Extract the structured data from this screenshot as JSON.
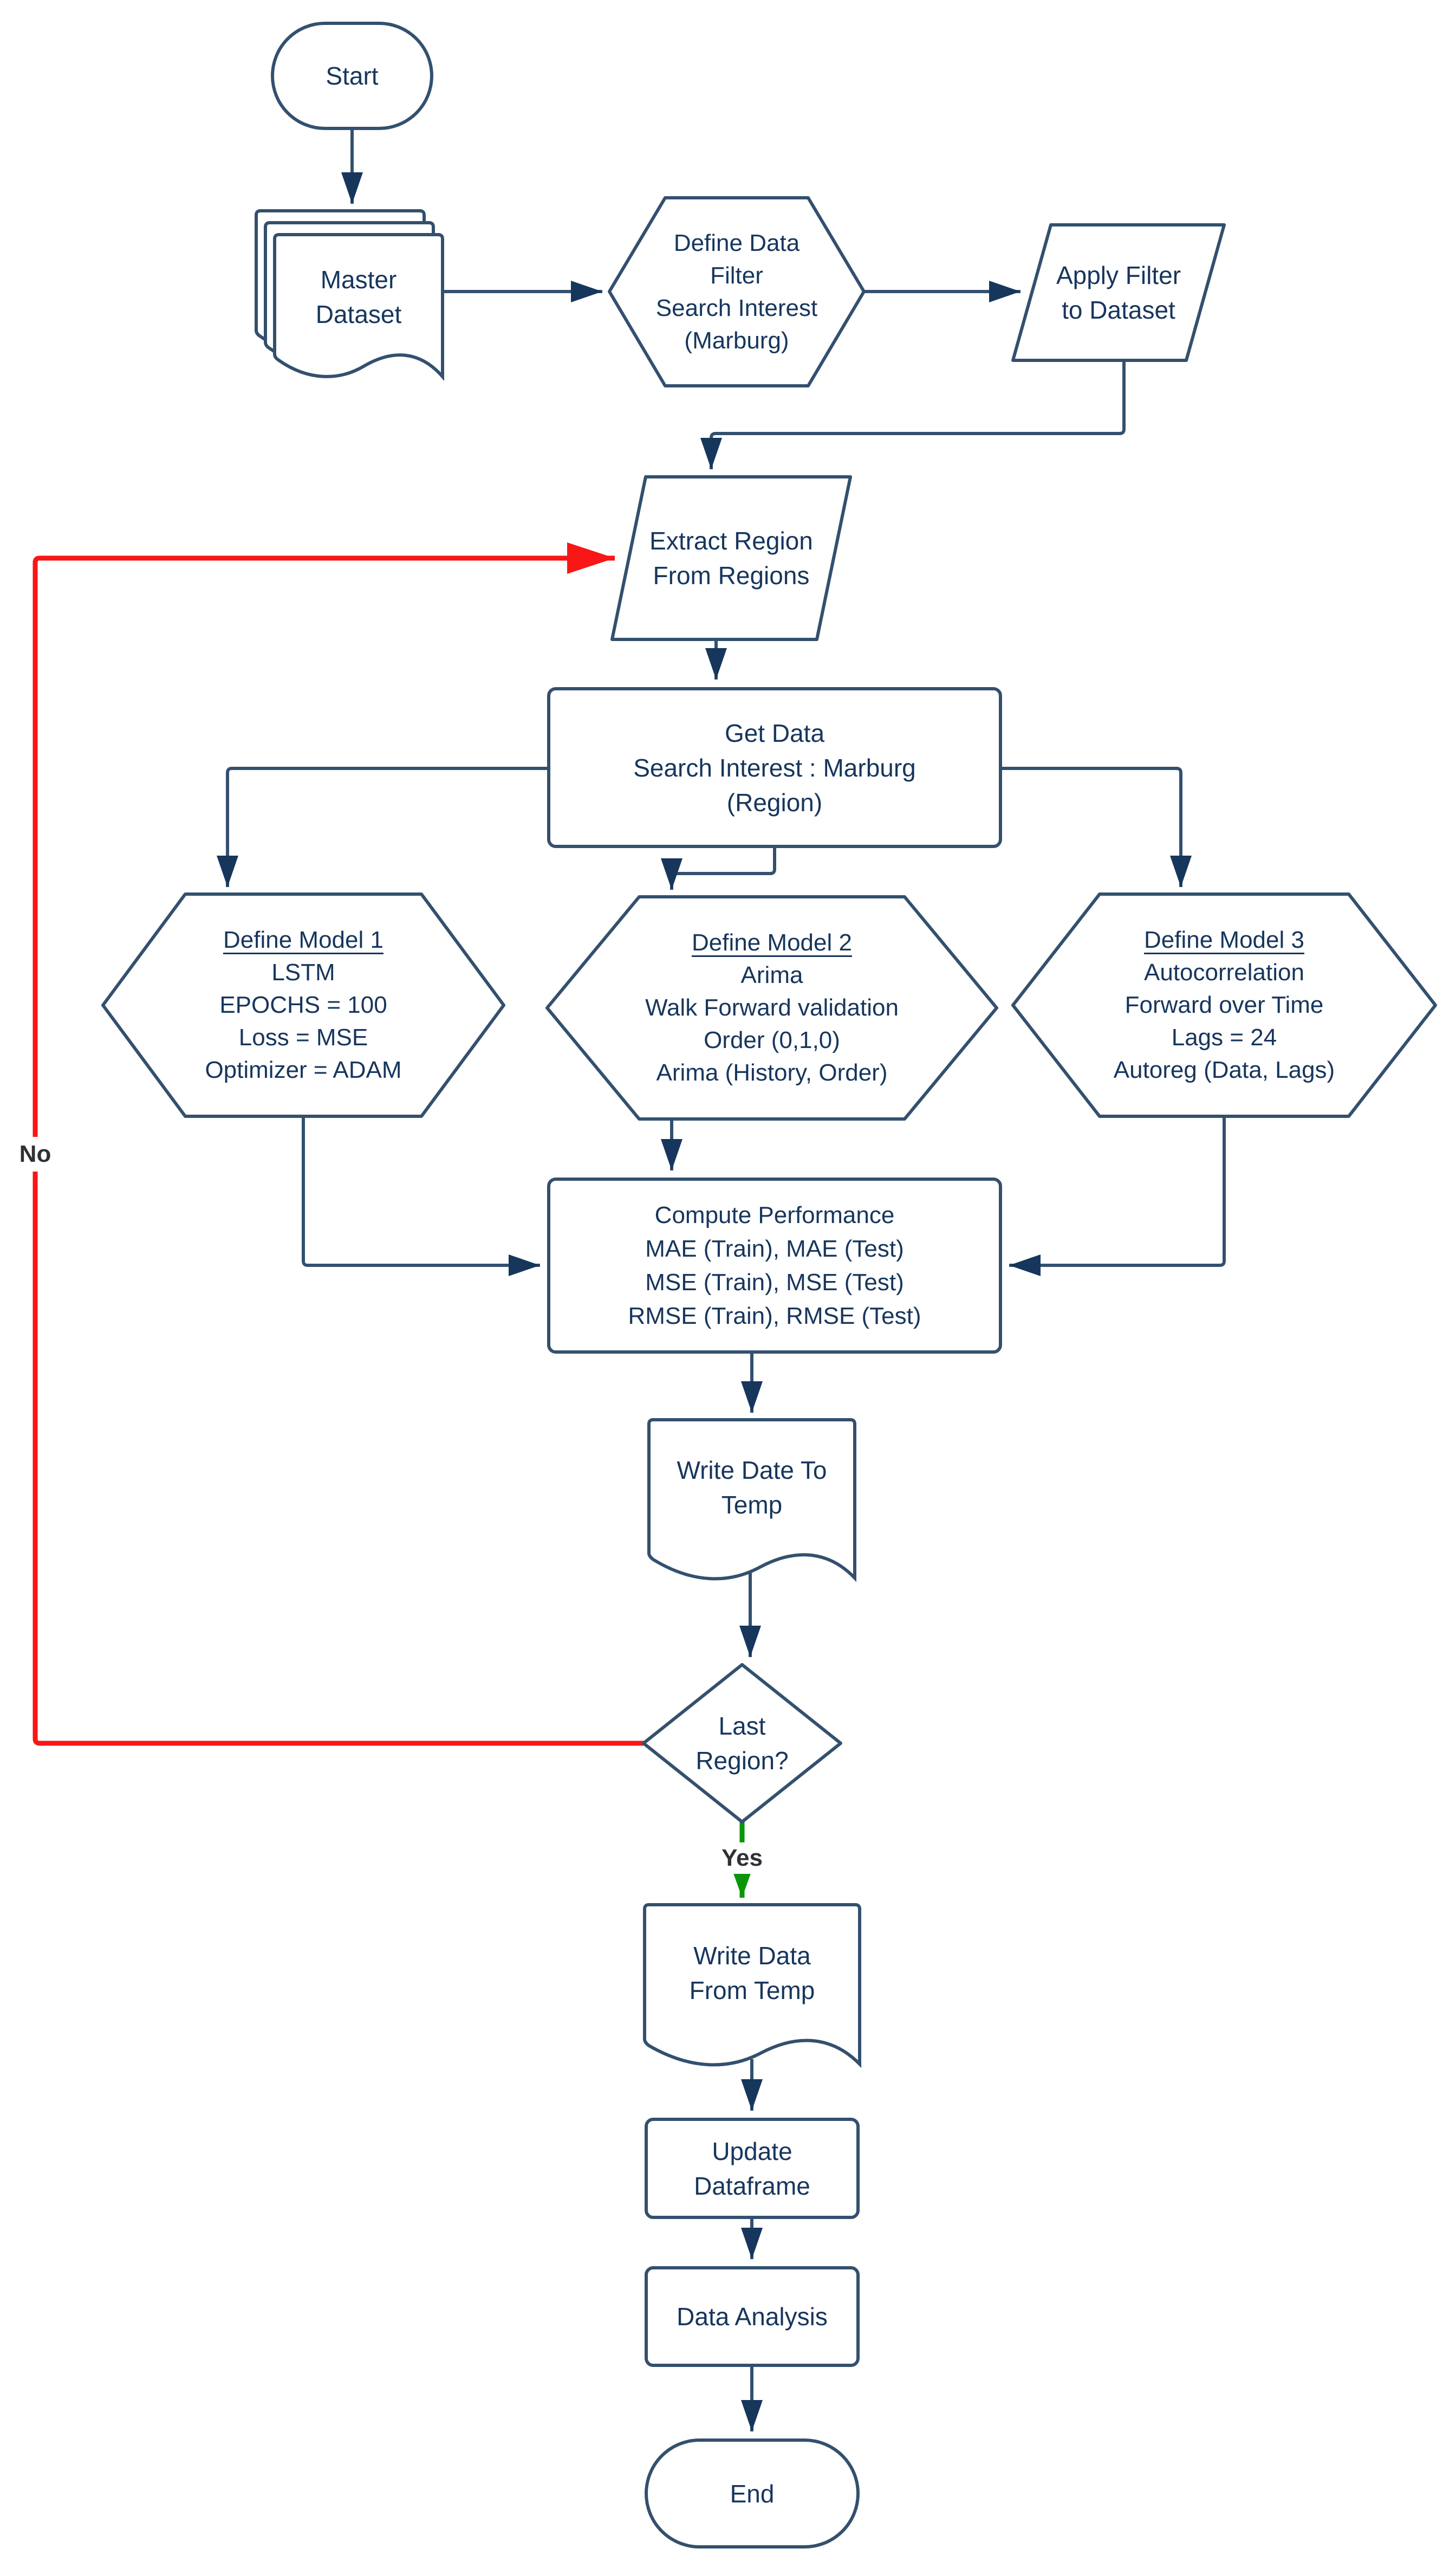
{
  "diagram": {
    "nodes": {
      "start": {
        "label": "Start"
      },
      "master": {
        "label": "Master\nDataset"
      },
      "define_filter": {
        "label": "Define Data\nFilter\nSearch Interest\n(Marburg)"
      },
      "apply_filter": {
        "label": "Apply Filter\nto Dataset"
      },
      "extract_region": {
        "label": "Extract Region\nFrom Regions"
      },
      "get_data": {
        "label": "Get Data\nSearch Interest : Marburg\n(Region)"
      },
      "model1": {
        "title": "Define Model 1",
        "body": "LSTM\nEPOCHS = 100\nLoss = MSE\nOptimizer = ADAM"
      },
      "model2": {
        "title": "Define Model 2",
        "body": "Arima\nWalk Forward validation\nOrder (0,1,0)\nArima (History, Order)"
      },
      "model3": {
        "title": "Define Model 3",
        "body": "Autocorrelation\nForward over Time\nLags = 24\nAutoreg (Data, Lags)"
      },
      "compute": {
        "label": "Compute Performance\nMAE (Train), MAE (Test)\nMSE (Train), MSE (Test)\nRMSE (Train), RMSE (Test)"
      },
      "write_temp": {
        "label": "Write Date To\nTemp"
      },
      "last_region": {
        "label": "Last\nRegion?"
      },
      "write_from_temp": {
        "label": "Write Data\nFrom Temp"
      },
      "update_df": {
        "label": "Update\nDataframe"
      },
      "data_analysis": {
        "label": "Data Analysis"
      },
      "end": {
        "label": "End"
      }
    },
    "edges": {
      "no_label": "No",
      "yes_label": "Yes"
    },
    "colors": {
      "shape_stroke": "#33506e",
      "text": "#17365d",
      "arrow": "#16365c",
      "no_branch": "#f81616",
      "yes_branch": "#0a950a",
      "edge_label_text": "#2e3135"
    }
  }
}
